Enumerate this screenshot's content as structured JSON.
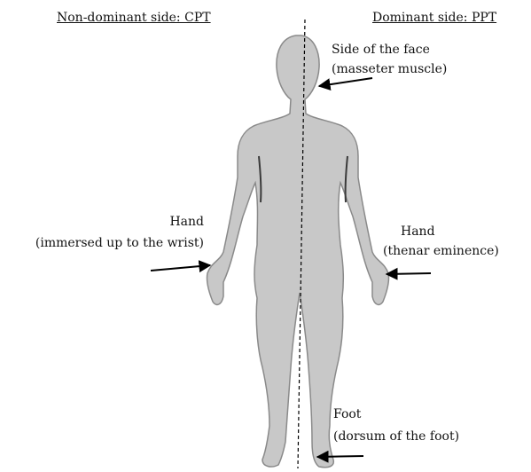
{
  "headers": {
    "left": "Non-dominant side: CPT",
    "right": "Dominant side: PPT"
  },
  "labels": {
    "face_line1": "Side of the face",
    "face_line2": "(masseter muscle)",
    "hand_left_line1": "Hand",
    "hand_left_line2": "(immersed up to the wrist)",
    "hand_right_line1": "Hand",
    "hand_right_line2": "(thenar eminence)",
    "foot_line1": "Foot",
    "foot_line2": "(dorsum of the foot)"
  },
  "colors": {
    "body_fill": "#c8c8c8",
    "body_stroke": "#8a8a8a",
    "text": "#111111",
    "arrow": "#000000"
  }
}
